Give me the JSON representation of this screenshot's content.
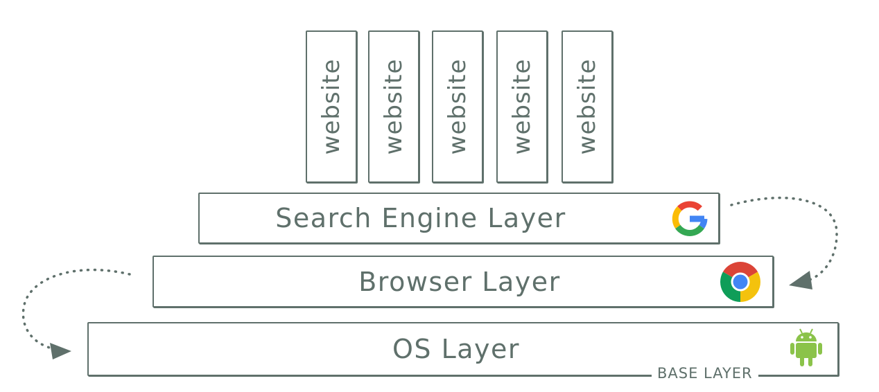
{
  "websites": [
    "website",
    "website",
    "website",
    "website",
    "website"
  ],
  "layers": {
    "search_engine": {
      "label": "Search Engine Layer",
      "icon": "google-icon"
    },
    "browser": {
      "label": "Browser Layer",
      "icon": "chrome-icon"
    },
    "os": {
      "label": "OS Layer",
      "icon": "android-icon",
      "tag": "BASE LAYER"
    }
  },
  "colors": {
    "ink": "#5f706b",
    "google_blue": "#4285f4",
    "google_red": "#ea4335",
    "google_yellow": "#fbbc05",
    "google_green": "#34a853",
    "android_green": "#8bc34a"
  }
}
